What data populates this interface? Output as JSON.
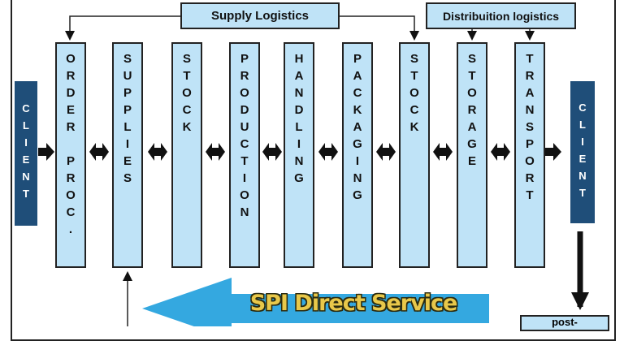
{
  "headers": {
    "supply": "Supply Logistics",
    "distribution": "Distribuition logistics"
  },
  "clients": {
    "left": "CLIENT",
    "right": "CLIENT"
  },
  "columns": [
    {
      "label": "ORDER PROC."
    },
    {
      "label": "SUPPLIES"
    },
    {
      "label": "STOCK"
    },
    {
      "label": "PRODUCTION"
    },
    {
      "label": "HANDLING"
    },
    {
      "label": "PACKAGING"
    },
    {
      "label": "STOCK"
    },
    {
      "label": "STORAGE"
    },
    {
      "label": "TRANSPORT"
    }
  ],
  "post_box": "post-",
  "banner": "SPI Direct Service",
  "colors": {
    "box_fill": "#bfe3f7",
    "client_fill": "#1f4e79",
    "big_arrow": "#34a8e0",
    "banner_text": "#e8c84a"
  }
}
